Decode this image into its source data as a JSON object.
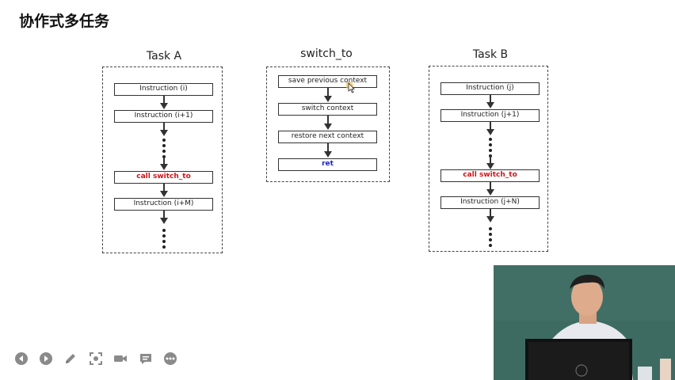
{
  "slide": {
    "title": "协作式多任务"
  },
  "columns": {
    "task_a": {
      "title": "Task A",
      "steps": [
        "Instruction (i)",
        "Instruction (i+1)",
        "call  switch_to",
        "Instruction (i+M)"
      ]
    },
    "switch_to": {
      "title": "switch_to",
      "steps": [
        "save previous context",
        "switch context",
        "restore next context",
        "ret"
      ]
    },
    "task_b": {
      "title": "Task B",
      "steps": [
        "Instruction (j)",
        "Instruction (j+1)",
        "call switch_to",
        "Instruction (j+N)"
      ]
    }
  },
  "colors": {
    "call_text": "#d0141a",
    "ret_text": "#1a24c8",
    "frame": "#444444",
    "video_board": "#3d6a60"
  },
  "player_controls": [
    "previous-icon",
    "next-icon",
    "pen-icon",
    "screenshot-icon",
    "camera-icon",
    "subtitle-icon",
    "more-icon"
  ]
}
